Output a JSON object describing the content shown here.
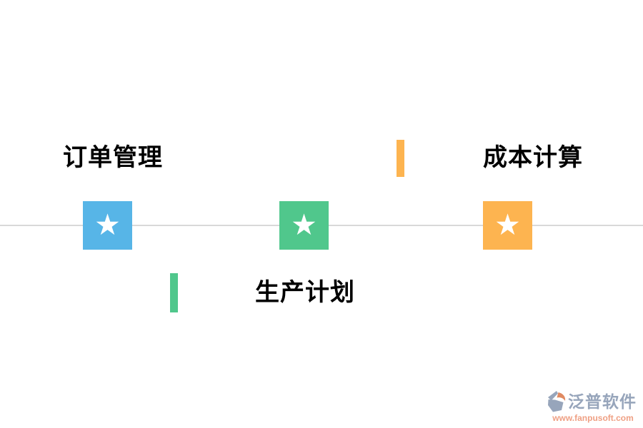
{
  "page": {
    "background_color": "#ffffff"
  },
  "timeline": {
    "line_color": "#d8d8d8",
    "star_glyph": "★",
    "milestones": [
      {
        "id": "order-management",
        "label": "订单管理",
        "color": "#57b5e7",
        "label_position": "above-line-left"
      },
      {
        "id": "production-plan",
        "label": "生产计划",
        "color": "#50c78c",
        "label_position": "below-line-center"
      },
      {
        "id": "cost-calculation",
        "label": "成本计算",
        "color": "#fdb450",
        "label_position": "above-line-right"
      }
    ],
    "ticks": [
      {
        "id": "cost-calculation-tick",
        "color": "#fdb450"
      },
      {
        "id": "production-plan-tick",
        "color": "#50c78c"
      }
    ]
  },
  "watermark": {
    "brand": "泛普软件",
    "url": "www.fanpusoft.com",
    "brand_color": "#97a5bb",
    "url_color": "#efa084",
    "icon_gray": "#97a5bb",
    "icon_orange": "#e08a62"
  }
}
